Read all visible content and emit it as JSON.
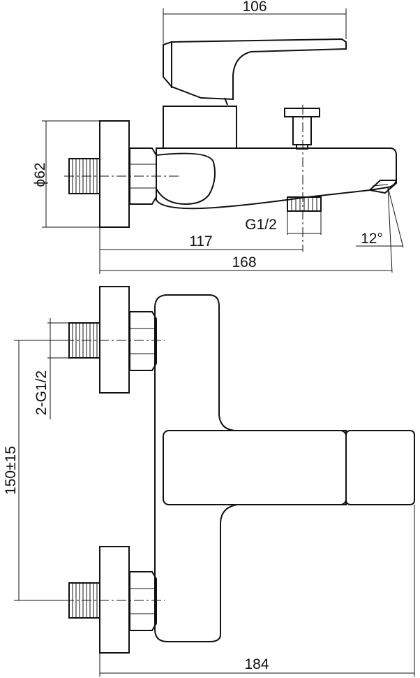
{
  "dimensions": {
    "top_width": "106",
    "diameter": "ϕ62",
    "thread_spout": "G1/2",
    "depth_spout": "117",
    "angle": "12°",
    "depth_total": "168",
    "thread_inlets": "2-G1/2",
    "inlet_spacing": "150±15",
    "front_width": "184"
  }
}
